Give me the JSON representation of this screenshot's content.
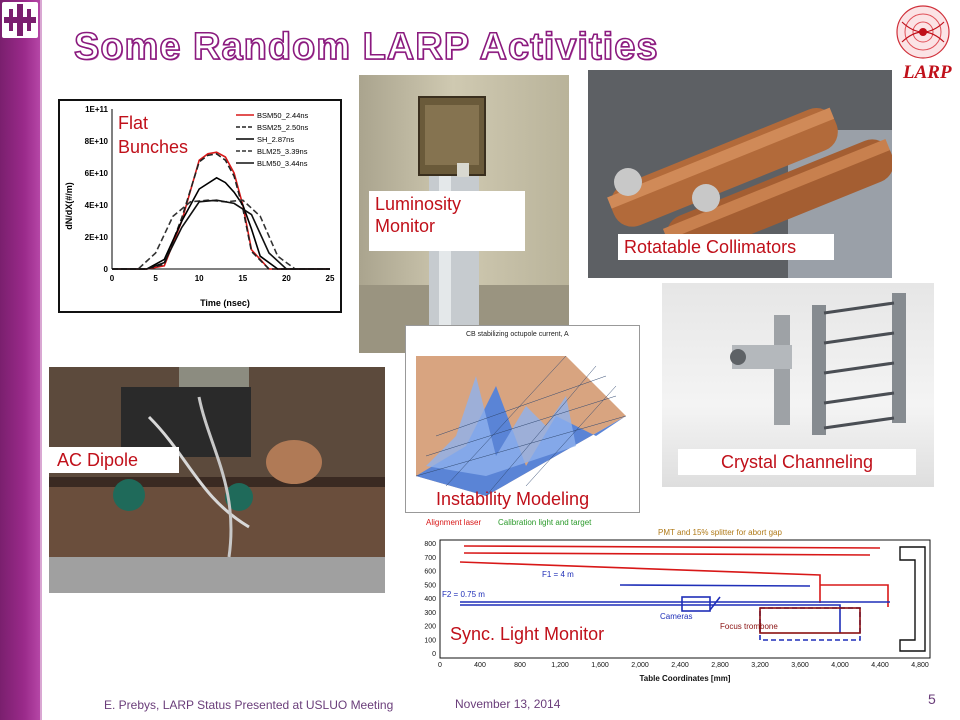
{
  "slide": {
    "title": "Some Random LARP Activities",
    "logo_text": "LARP",
    "page_number": "5"
  },
  "footer": {
    "presenter": "E. Prebys, LARP Status Presented at USLUO Meeting",
    "date": "November 13, 2014"
  },
  "labels": {
    "flat_bunches": "Flat Bunches",
    "luminosity_monitor": "Luminosity Monitor",
    "rotatable_collimators": "Rotatable Collimators",
    "crystal_channeling": "Crystal Channeling",
    "ac_dipole": "AC Dipole",
    "instability_modeling": "Instability Modeling",
    "sync_light_monitor": "Sync. Light Monitor"
  },
  "instability_plot_title": "CB stabilizing octupole current, A",
  "sync_diagram": {
    "annotations": {
      "alignment_laser": "Alignment laser",
      "calibration": "Calibration light and target",
      "pmt": "PMT and 15% splitter for abort gap",
      "f1": "F1 = 4 m",
      "f2": "F2 = 0.75 m",
      "cameras": "Cameras",
      "focus": "Focus trombone"
    },
    "xlabel": "Table Coordinates [mm]",
    "xticks": [
      "0",
      "400",
      "800",
      "1,200",
      "1,600",
      "2,000",
      "2,400",
      "2,800",
      "3,200",
      "3,600",
      "4,000",
      "4,400",
      "4,800"
    ],
    "yticks": [
      "800",
      "700",
      "600",
      "500",
      "400",
      "300",
      "200",
      "100",
      "0"
    ]
  },
  "chart_data": {
    "type": "line",
    "title": "",
    "xlabel": "Time (nsec)",
    "ylabel": "dN/dX(#/m)",
    "xlim": [
      0,
      25
    ],
    "ylim": [
      0,
      100000000000.0
    ],
    "xticks": [
      "0",
      "5",
      "10",
      "15",
      "20",
      "25"
    ],
    "yticks": [
      "0",
      "2E+10",
      "4E+10",
      "6E+10",
      "8E+10",
      "1E+11"
    ],
    "legend_position": "top-right",
    "series": [
      {
        "name": "BSM50_2.44ns",
        "color": "#d81818",
        "dash": "solid",
        "x": [
          0,
          4,
          6,
          8,
          10,
          11,
          12,
          13,
          14,
          15,
          16,
          18,
          25
        ],
        "y": [
          0,
          0,
          2000000000.0,
          30000000000.0,
          68000000000.0,
          72000000000.0,
          73000000000.0,
          70000000000.0,
          60000000000.0,
          40000000000.0,
          12000000000.0,
          0,
          0
        ]
      },
      {
        "name": "BSM25_2.50ns",
        "color": "#222222",
        "dash": "6,3",
        "x": [
          0,
          4,
          6,
          8,
          10,
          11,
          12,
          13,
          14,
          15,
          16,
          18,
          25
        ],
        "y": [
          0,
          0,
          3000000000.0,
          32000000000.0,
          67000000000.0,
          71000000000.0,
          72000000000.0,
          68000000000.0,
          58000000000.0,
          38000000000.0,
          11000000000.0,
          0,
          0
        ]
      },
      {
        "name": "SH_2.87ns",
        "color": "#000000",
        "dash": "solid",
        "x": [
          0,
          4,
          6,
          8,
          10,
          12,
          13,
          14,
          15,
          16,
          17,
          19,
          25
        ],
        "y": [
          0,
          0,
          6000000000.0,
          30000000000.0,
          50000000000.0,
          57000000000.0,
          54000000000.0,
          48000000000.0,
          40000000000.0,
          25000000000.0,
          8000000000.0,
          0,
          0
        ]
      },
      {
        "name": "BLM25_3.39ns",
        "color": "#333333",
        "dash": "6,3",
        "x": [
          0,
          3,
          5,
          7,
          9,
          11,
          13,
          15,
          17,
          19,
          21,
          25
        ],
        "y": [
          0,
          0,
          10000000000.0,
          33000000000.0,
          42000000000.0,
          43000000000.0,
          42000000000.0,
          43000000000.0,
          33000000000.0,
          8000000000.0,
          0,
          0
        ]
      },
      {
        "name": "BLM50_3.44ns",
        "color": "#111111",
        "dash": "solid",
        "x": [
          0,
          4,
          6,
          8,
          10,
          12,
          14,
          16,
          18,
          20,
          25
        ],
        "y": [
          0,
          0,
          4000000000.0,
          26000000000.0,
          42000000000.0,
          43000000000.0,
          41000000000.0,
          34000000000.0,
          10000000000.0,
          0,
          0
        ]
      }
    ]
  }
}
